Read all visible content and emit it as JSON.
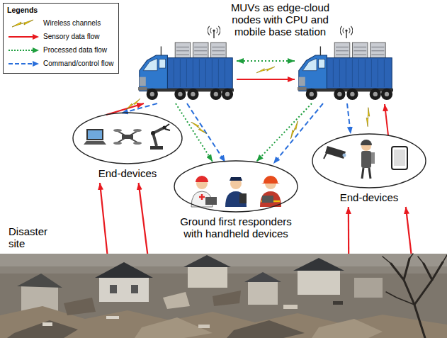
{
  "diagram": {
    "nodes": [
      {
        "text": [
          "End-devices"
        ]
      },
      {
        "text": [
          "Ground first responders with handheld devices"
        ]
      },
      {
        "text": [
          "End-devices"
        ]
      },
      {
        "text": [
          "Disaster site"
        ]
      }
    ],
    "edges": [
      {
        "from": 3,
        "to": 0,
        "arrow": "to"
      },
      {
        "from": 3,
        "to": 0,
        "arrow": "to"
      },
      {
        "from": 3,
        "to": 2,
        "arrow": "to"
      },
      {
        "from": 3,
        "to": 2,
        "arrow": "to"
      }
    ],
    "labels": [
      "MUVs as edge-cloud nodes with CPU and mobile base station",
      "Legends"
    ],
    "legend": [
      {
        "text": "Wireless channels"
      },
      {
        "text": "Sensory data flow"
      },
      {
        "text": "Processed data flow"
      },
      {
        "text": "Command/control flow"
      }
    ]
  }
}
